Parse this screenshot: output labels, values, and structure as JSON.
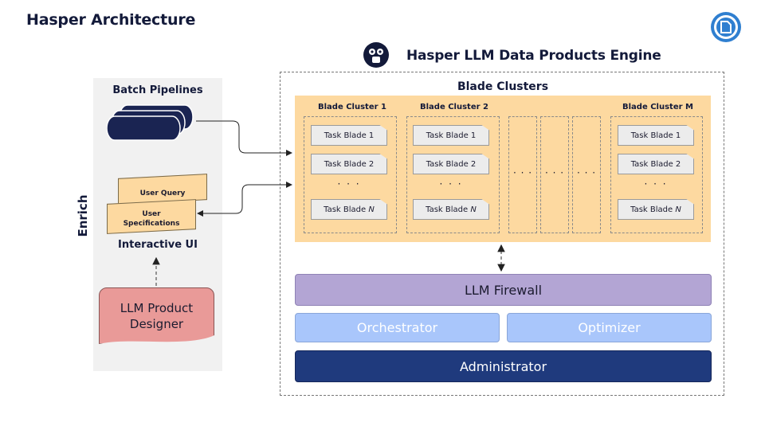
{
  "page": {
    "title": "Hasper Architecture"
  },
  "engine": {
    "title": "Hasper LLM Data Products Engine"
  },
  "left": {
    "side_label": "Enrich",
    "batch_label": "Batch Pipelines",
    "user_query": "User Query",
    "user_specs_line1": "User",
    "user_specs_line2": "Specifications",
    "interactive_label": "Interactive UI",
    "designer_line1": "LLM Product",
    "designer_line2": "Designer"
  },
  "clusters": {
    "title": "Blade Clusters",
    "ellipsis": "· · ·",
    "items": [
      {
        "label": "Blade Cluster 1",
        "blades": [
          "Task Blade 1",
          "Task Blade 2"
        ],
        "last_prefix": "Task Blade ",
        "last_var": "N"
      },
      {
        "label": "Blade Cluster 2",
        "blades": [
          "Task Blade 1",
          "Task Blade 2"
        ],
        "last_prefix": "Task Blade ",
        "last_var": "N"
      },
      {
        "label": "Blade Cluster M",
        "blades": [
          "Task Blade 1",
          "Task Blade 2"
        ],
        "last_prefix": "Task Blade ",
        "last_var": "N"
      }
    ]
  },
  "layers": {
    "firewall": "LLM Firewall",
    "orchestrator": "Orchestrator",
    "optimizer": "Optimizer",
    "administrator": "Administrator"
  },
  "colors": {
    "cluster_bg": "#fdd9a0",
    "firewall": "#b3a5d4",
    "orchestrator": "#a9c6fb",
    "administrator": "#1f3a7d",
    "designer": "#e99a98",
    "pipeline": "#1a2452"
  },
  "icons": [
    "hasper-logo-icon",
    "robot-icon",
    "pipeline-cylinders-icon"
  ]
}
